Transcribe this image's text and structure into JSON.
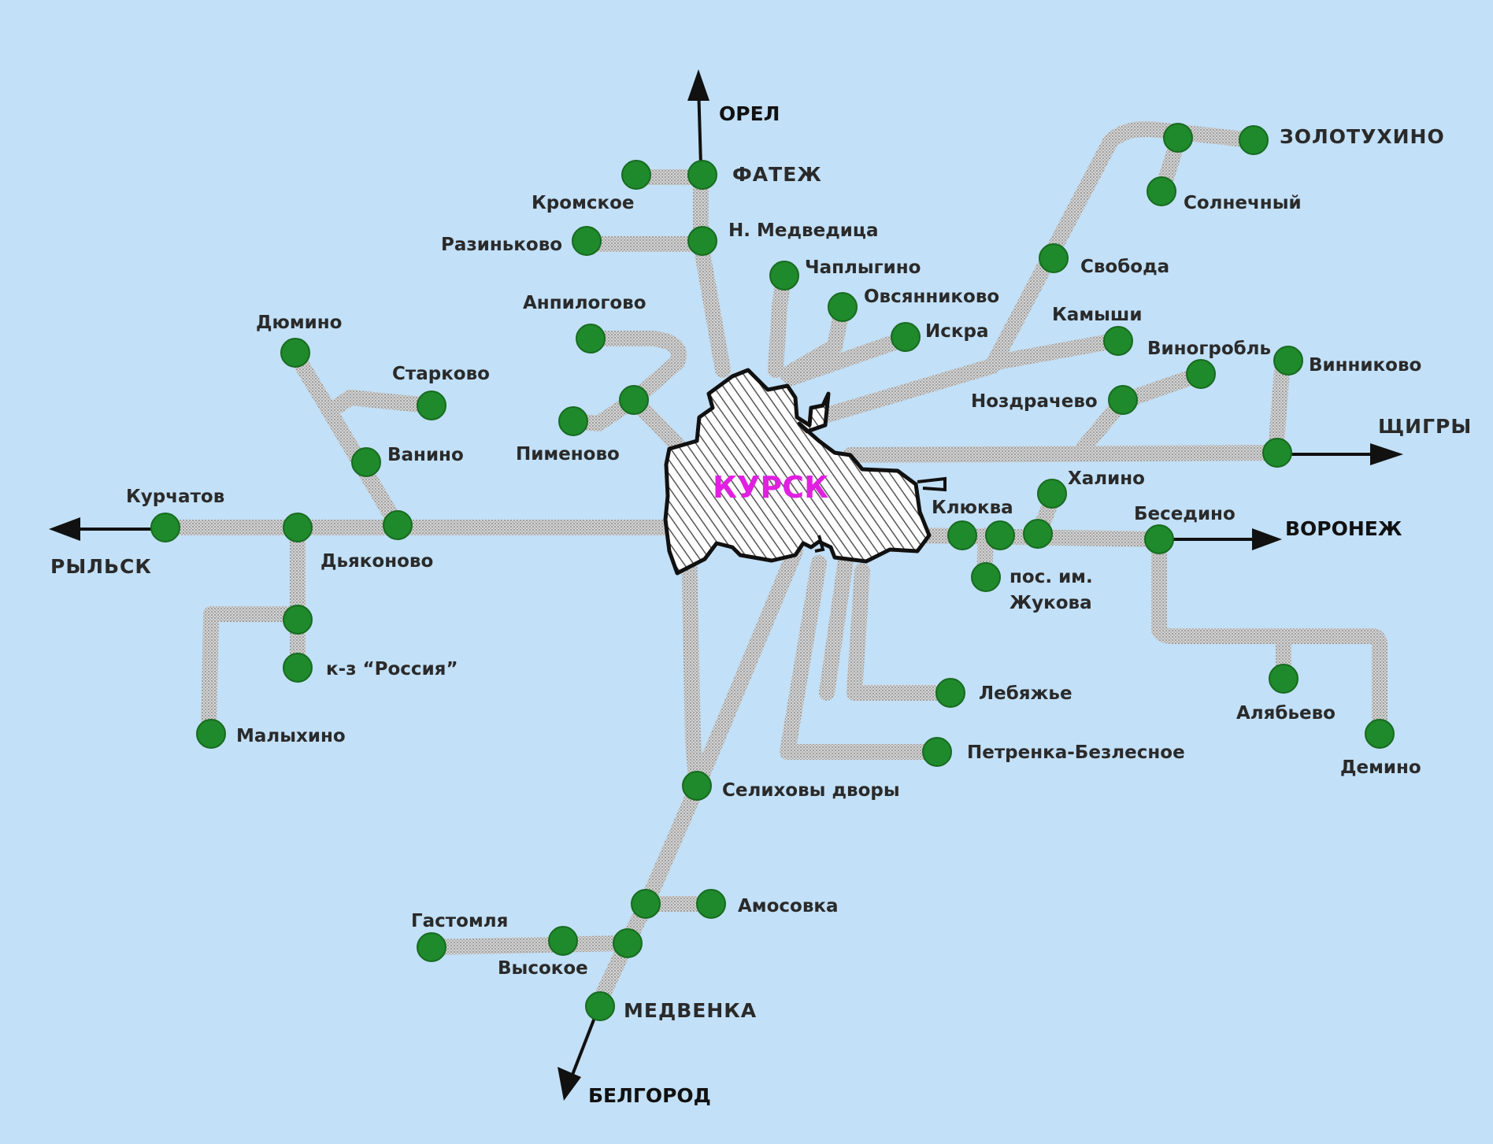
{
  "center": {
    "name": "КУРСК"
  },
  "colors": {
    "background": "#c2e0f7",
    "road": "#c9c9c9",
    "stop": "#1f8a2b",
    "center_label": "#e020e0"
  },
  "directions": [
    {
      "id": "orel",
      "label": "ОРЕЛ"
    },
    {
      "id": "shchigry",
      "label": "ЩИГРЫ"
    },
    {
      "id": "voronezh",
      "label": "ВОРОНЕЖ"
    },
    {
      "id": "rylsk",
      "label": "РЫЛЬСК"
    },
    {
      "id": "belgorod",
      "label": "БЕЛГОРОД"
    }
  ],
  "stops": [
    {
      "id": "fatezh",
      "label": "ФАТЕЖ"
    },
    {
      "id": "kromskoe",
      "label": "Кромское"
    },
    {
      "id": "n_medveditsa",
      "label": "Н. Медведица"
    },
    {
      "id": "razinkovo",
      "label": "Разиньково"
    },
    {
      "id": "chaplygino",
      "label": "Чаплыгино"
    },
    {
      "id": "ovsyannikovo",
      "label": "Овсянниково"
    },
    {
      "id": "iskra",
      "label": "Искра"
    },
    {
      "id": "anpilogovo",
      "label": "Анпилогово"
    },
    {
      "id": "pimenovo",
      "label": "Пименово"
    },
    {
      "id": "zolotukhino",
      "label": "ЗОЛОТУХИНО"
    },
    {
      "id": "solnechny",
      "label": "Солнечный"
    },
    {
      "id": "svoboda",
      "label": "Свобода"
    },
    {
      "id": "kamyshi",
      "label": "Камыши"
    },
    {
      "id": "vinogrobl",
      "label": "Виногробль"
    },
    {
      "id": "vinnikovo",
      "label": "Винниково"
    },
    {
      "id": "nozdrachevo",
      "label": "Ноздрачево"
    },
    {
      "id": "khalino",
      "label": "Халино"
    },
    {
      "id": "klyukva",
      "label": "Клюква"
    },
    {
      "id": "besedino",
      "label": "Беседино"
    },
    {
      "id": "zhukova_1",
      "label": "пос. им."
    },
    {
      "id": "zhukova_2",
      "label": "Жукова"
    },
    {
      "id": "lebyazhye",
      "label": "Лебяжье"
    },
    {
      "id": "petrenka",
      "label": "Петренка-Безлесное"
    },
    {
      "id": "alyabyevo",
      "label": "Алябьево"
    },
    {
      "id": "demino",
      "label": "Демино"
    },
    {
      "id": "dyumino",
      "label": "Дюмино"
    },
    {
      "id": "starkovo",
      "label": "Старково"
    },
    {
      "id": "vanino",
      "label": "Ванино"
    },
    {
      "id": "kurchatov",
      "label": "Курчатов"
    },
    {
      "id": "dyakonovo",
      "label": "Дьяконово"
    },
    {
      "id": "rossiya",
      "label": "к-з “Россия”"
    },
    {
      "id": "malykhino",
      "label": "Малыхино"
    },
    {
      "id": "selikhovy",
      "label": "Селиховы дворы"
    },
    {
      "id": "amosovka",
      "label": "Амосовка"
    },
    {
      "id": "gastomlya",
      "label": "Гастомля"
    },
    {
      "id": "vysokoe",
      "label": "Высокое"
    },
    {
      "id": "medvenka",
      "label": "МЕДВЕНКА"
    }
  ]
}
